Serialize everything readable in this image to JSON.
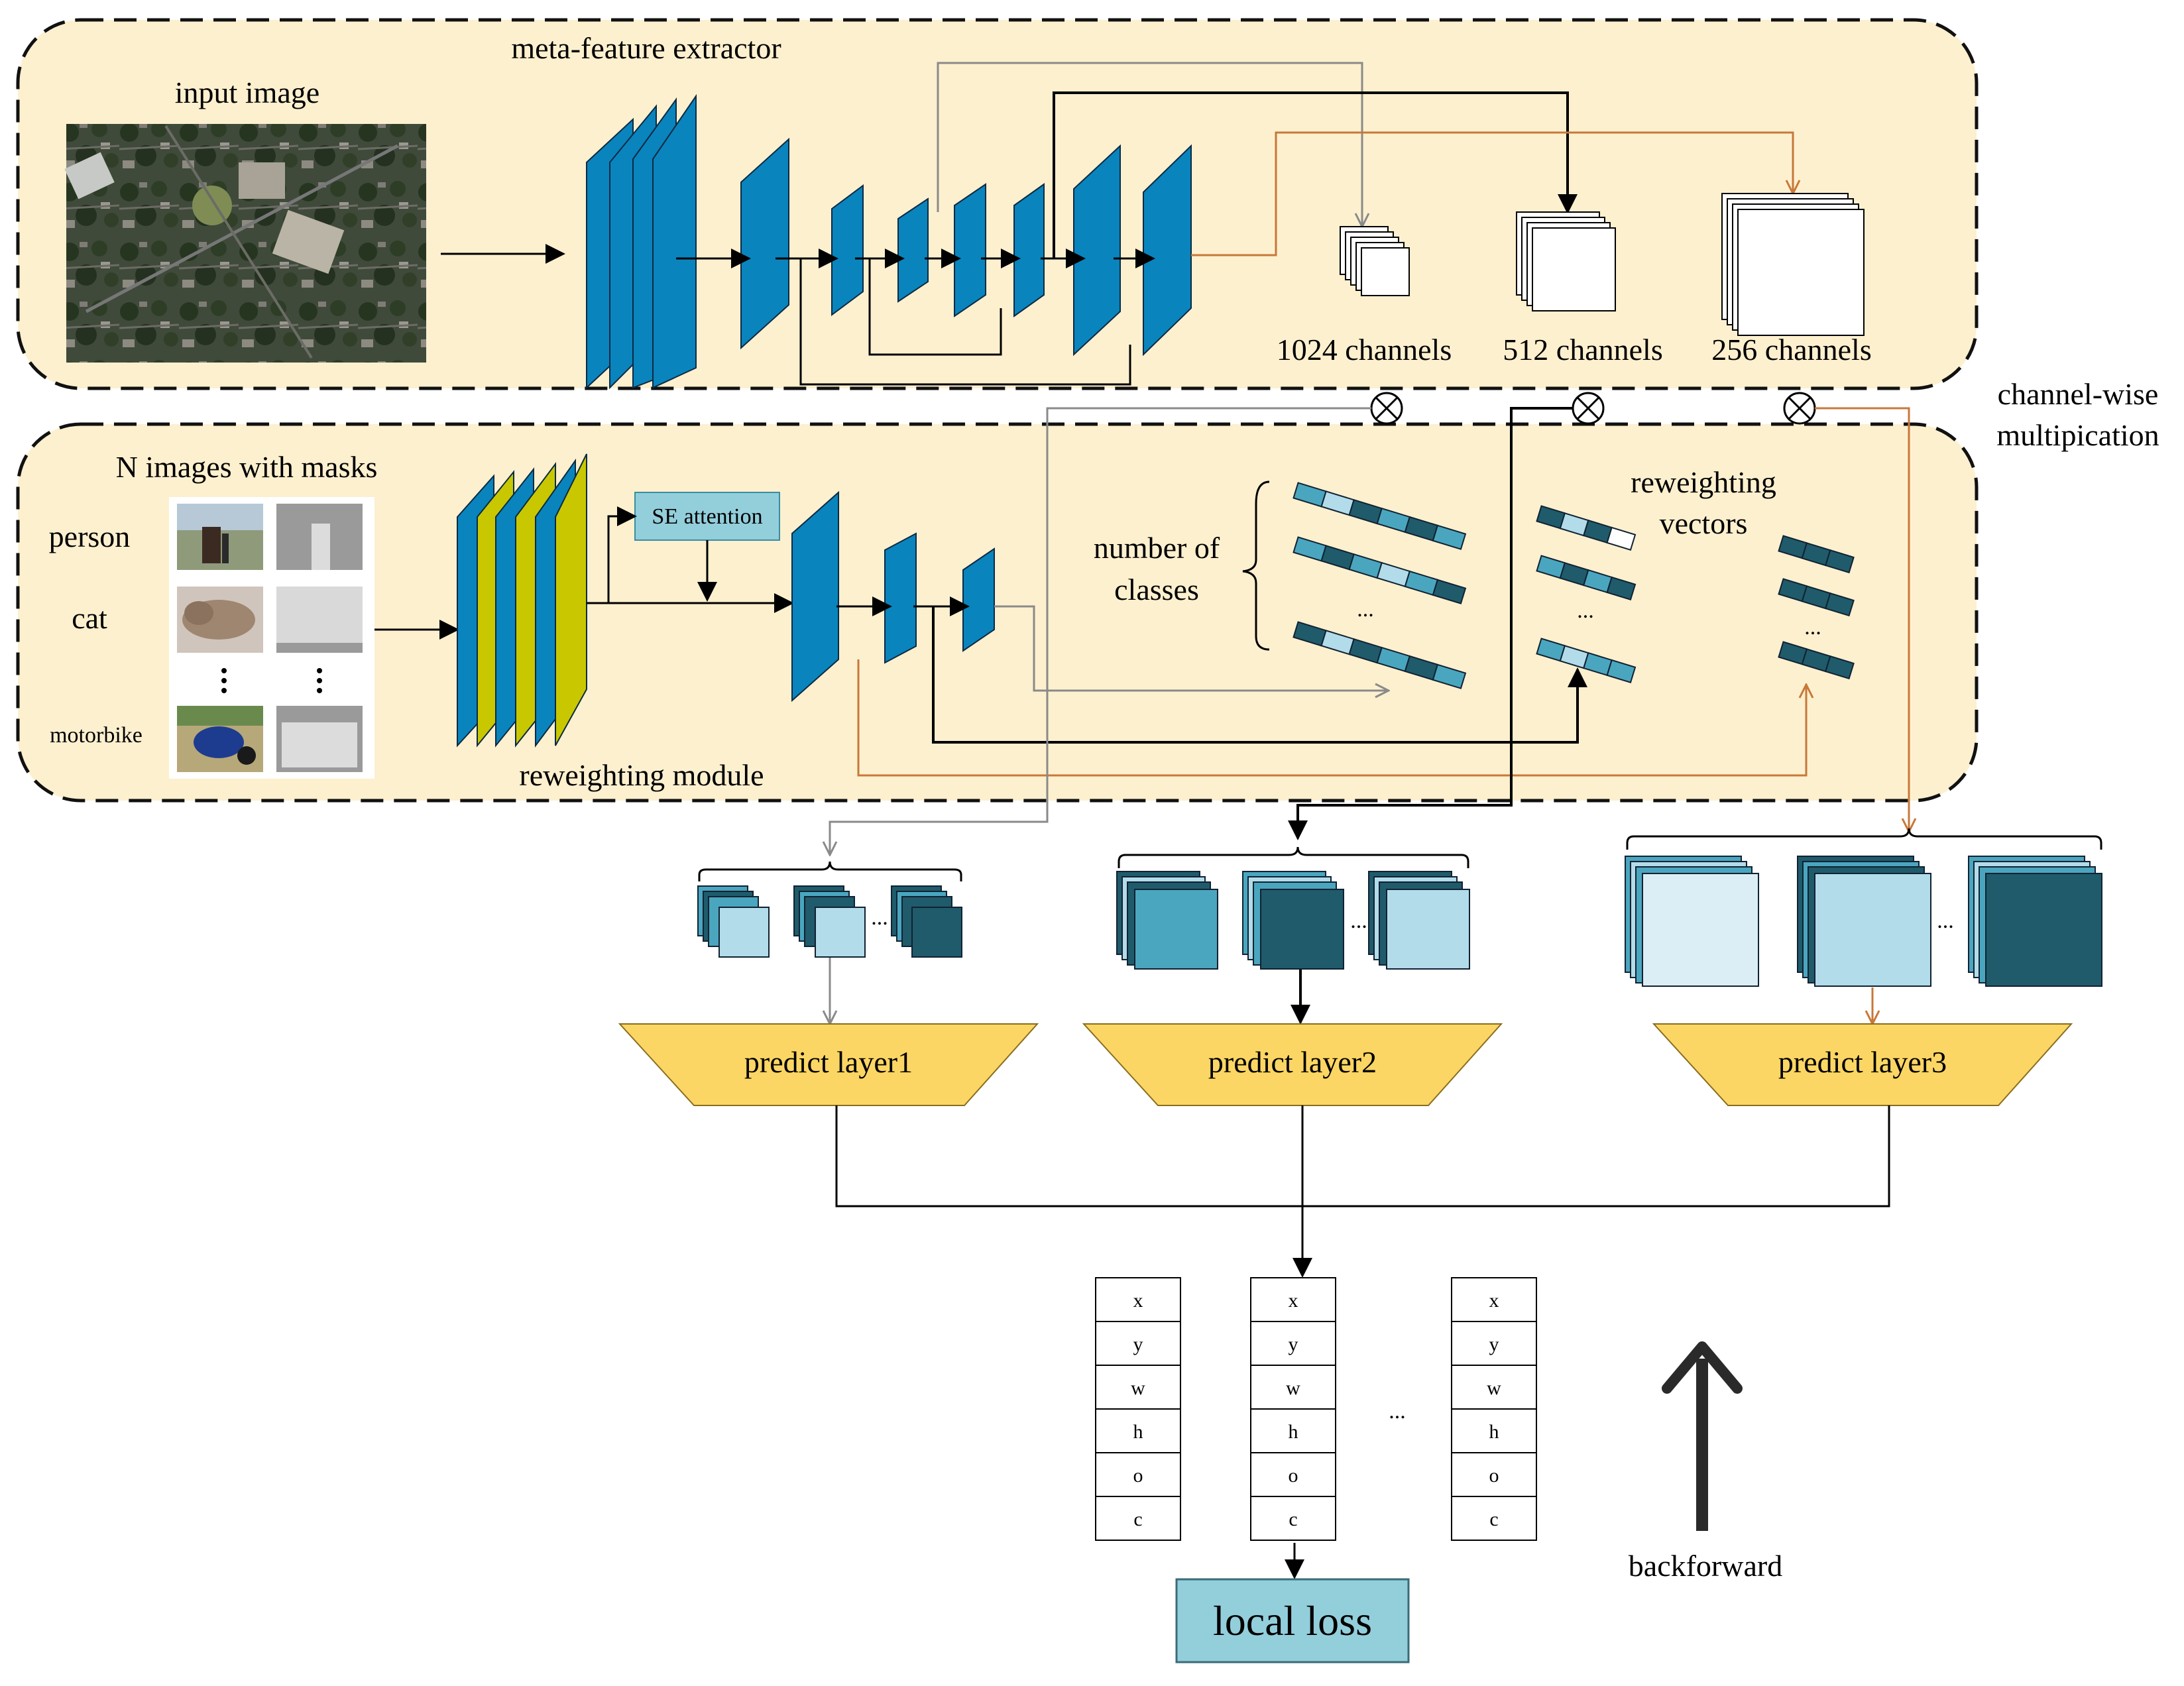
{
  "labels": {
    "meta_feature_extractor": "meta-feature extractor",
    "input_image": "input image",
    "ch_1024": "1024 channels",
    "ch_512": "512 channels",
    "ch_256": "256 channels",
    "channel_wise_1": "channel-wise",
    "channel_wise_2": "multipication",
    "n_images": "N images with masks",
    "person": "person",
    "cat": "cat",
    "motorbike": "motorbike",
    "se_attention": "SE attention",
    "reweighting_module": "reweighting module",
    "number_of": "number of",
    "classes": "classes",
    "reweighting": "reweighting",
    "vectors": "vectors",
    "ellipsis": "...",
    "predict1": "predict layer1",
    "predict2": "predict layer2",
    "predict3": "predict layer3",
    "local_loss": "local loss",
    "backforward": "backforward"
  },
  "output_fields": [
    "x",
    "y",
    "w",
    "h",
    "o",
    "c"
  ],
  "colors": {
    "panel_bg": "#fdf0cf",
    "blue_block": "#0a84bd",
    "yellow_block": "#c9c800",
    "dark_teal": "#1f5b6b",
    "mid_teal": "#4aa6bf",
    "light_teal": "#b3dcea",
    "orange_line": "#c8783a",
    "gray_line": "#8a8a8a",
    "predict_fill": "#fcd664",
    "loss_fill": "#93cedb"
  }
}
